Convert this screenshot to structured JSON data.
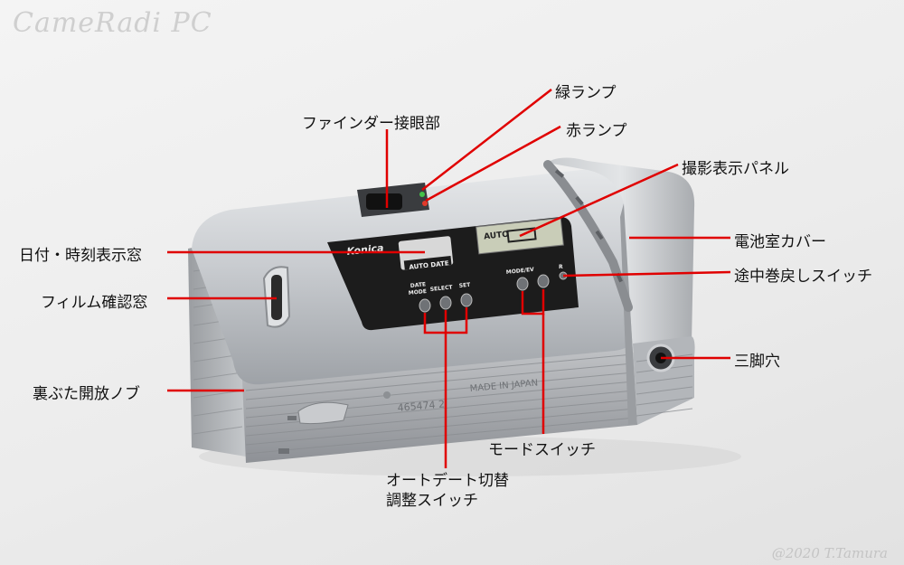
{
  "watermark": "CameRadi PC",
  "credit": "@2020 T.Tamura",
  "camera": {
    "brand": "Konica",
    "auto_date": "AUTO DATE",
    "btn_date_mode": "DATE\nMODE",
    "btn_select": "SELECT",
    "btn_set": "SET",
    "btn_mode_ev": "MODE/EV",
    "btn_r": "R",
    "lcd_auto": "AUTO",
    "made_in": "MADE IN JAPAN",
    "serial": "465474 2"
  },
  "labels": {
    "green_lamp": "緑ランプ",
    "finder": "ファインダー接眼部",
    "red_lamp": "赤ランプ",
    "panel": "撮影表示パネル",
    "battery": "電池室カバー",
    "date_window": "日付・時刻表示窓",
    "rewind": "途中巻戻しスイッチ",
    "film_window": "フィルム確認窓",
    "tripod": "三脚穴",
    "back_knob": "裏ぶた開放ノブ",
    "mode_switch": "モードスイッチ",
    "autodate_line1": "オートデート切替",
    "autodate_line2": "調整スイッチ"
  },
  "colors": {
    "leader": "#e00000",
    "body_silver": "#b9bcc0",
    "panel_black": "#1c1c1c"
  }
}
